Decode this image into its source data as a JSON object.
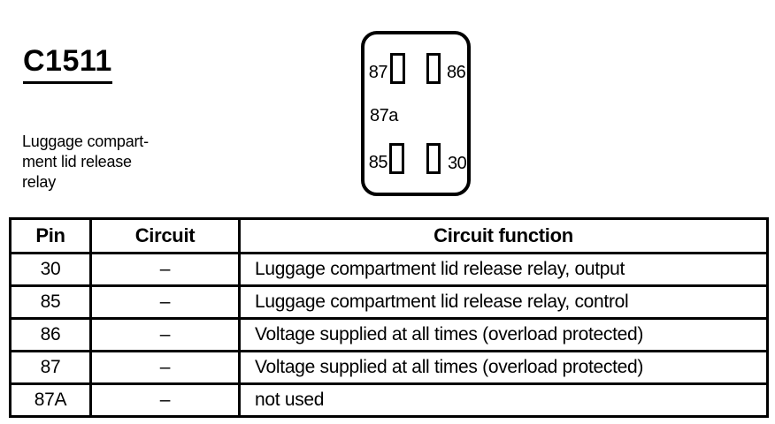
{
  "colors": {
    "ink": "#000000",
    "paper": "#ffffff"
  },
  "title": "C1511",
  "description": {
    "line1": "Luggage compart-",
    "line2": "ment lid release",
    "line3": "relay"
  },
  "connector": {
    "labels": {
      "pin87": "87",
      "pin86": "86",
      "pin87a": "87a",
      "pin85": "85",
      "pin30": "30"
    }
  },
  "table": {
    "headers": {
      "pin": "Pin",
      "circuit": "Circuit",
      "function": "Circuit function"
    },
    "rows": [
      {
        "pin": "30",
        "circuit": "–",
        "function": "Luggage compartment lid release relay, output"
      },
      {
        "pin": "85",
        "circuit": "–",
        "function": "Luggage compartment lid release relay, control"
      },
      {
        "pin": "86",
        "circuit": "–",
        "function": "Voltage supplied at all times (overload protected)"
      },
      {
        "pin": "87",
        "circuit": "–",
        "function": "Voltage supplied at all times (overload protected)"
      },
      {
        "pin": "87A",
        "circuit": "–",
        "function": "not used"
      }
    ]
  }
}
